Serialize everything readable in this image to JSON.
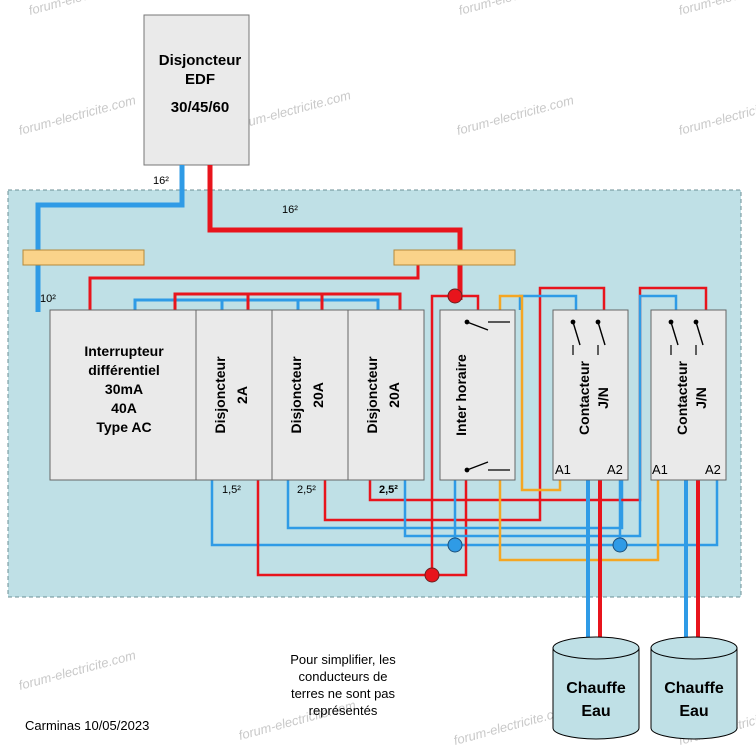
{
  "edf_breaker": {
    "line1": "Disjoncteur",
    "line2": "EDF",
    "rating": "30/45/60"
  },
  "cables": {
    "supply_section": "16²",
    "busbar_section": "16²",
    "rcd_feed_section": "10²",
    "out_1": "1,5²",
    "out_2": "2,5²",
    "out_3": "2,5²"
  },
  "rcd": {
    "line1": "Interrupteur",
    "line2": "différentiel",
    "line3": "30mA",
    "line4": "40A",
    "line5": "Type AC"
  },
  "breakers": [
    {
      "title": "Disjoncteur",
      "rating": "2A"
    },
    {
      "title": "Disjoncteur",
      "rating": "20A"
    },
    {
      "title": "Disjoncteur",
      "rating": "20A"
    }
  ],
  "timer": {
    "label": "Inter horaire"
  },
  "contactors": [
    {
      "line1": "Contacteur",
      "line2": "J/N",
      "a1": "A1",
      "a2": "A2"
    },
    {
      "line1": "Contacteur",
      "line2": "J/N",
      "a1": "A1",
      "a2": "A2"
    }
  ],
  "heaters": [
    {
      "line1": "Chauffe",
      "line2": "Eau"
    },
    {
      "line1": "Chauffe",
      "line2": "Eau"
    }
  ],
  "note": {
    "line1": "Pour simplifier, les",
    "line2": "conducteurs  de",
    "line3": "terres ne sont pas",
    "line4": "représentés"
  },
  "author": "Carminas 10/05/2023",
  "watermark": "forum-electricite.com",
  "colors": {
    "phase": "#e8141c",
    "neutral": "#2f9be6",
    "command": "#f5a623",
    "panel": "#bfe0e6",
    "module": "#eaeaea",
    "busbar": "#fad38a",
    "heater": "#bfe0e6"
  }
}
